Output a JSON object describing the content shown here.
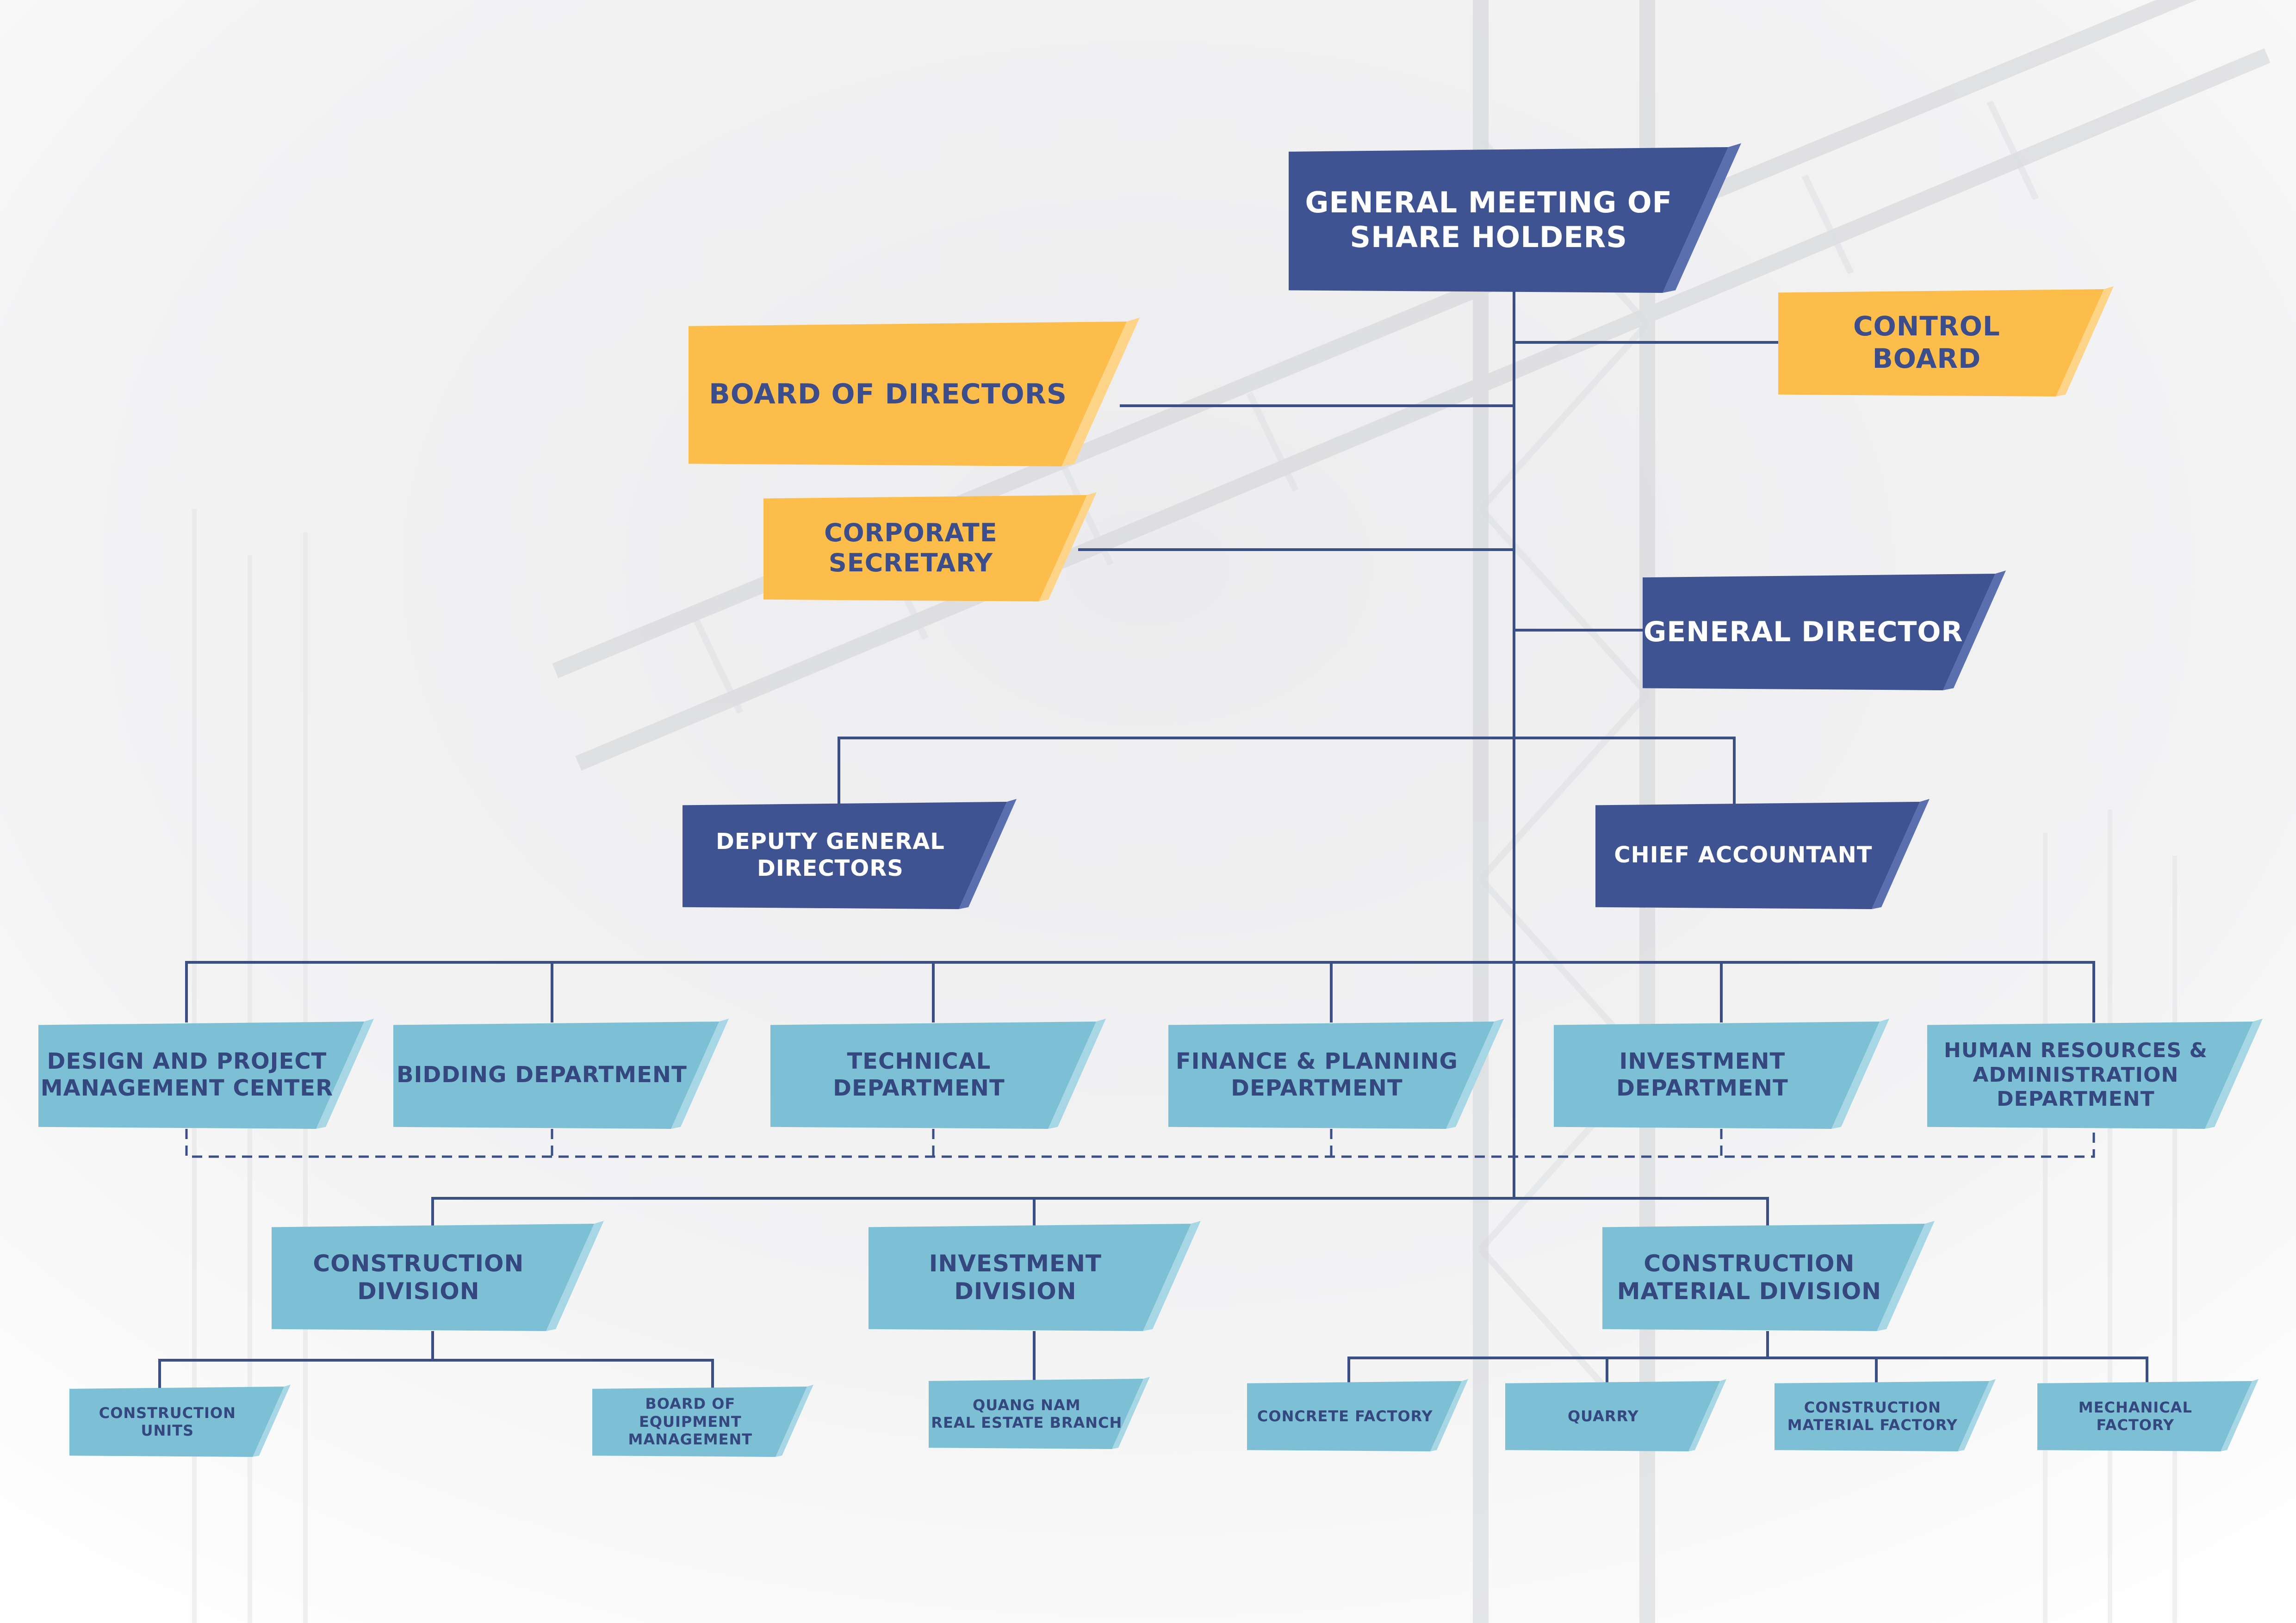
{
  "colors": {
    "navy": "#3f5291",
    "navy_shade": "#5b6fae",
    "yellow": "#fcbd4b",
    "yellow_shade": "#fdd488",
    "light": "#7dbfd4",
    "light_shade": "#a7d6e4",
    "line": "#3a4f86"
  },
  "chart": {
    "general_meeting": "GENERAL MEETING OF\nSHARE HOLDERS",
    "control_board": "CONTROL\nBOARD",
    "board_of_directors": "BOARD OF DIRECTORS",
    "corporate_secretary": "CORPORATE\nSECRETARY",
    "general_director": "GENERAL DIRECTOR",
    "deputy_general_directors": "DEPUTY GENERAL\nDIRECTORS",
    "chief_accountant": "CHIEF ACCOUNTANT",
    "departments": [
      "DESIGN AND PROJECT\nMANAGEMENT CENTER",
      "BIDDING DEPARTMENT",
      "TECHNICAL\nDEPARTMENT",
      "FINANCE & PLANNING\nDEPARTMENT",
      "INVESTMENT\nDEPARTMENT",
      "HUMAN RESOURCES &\nADMINISTRATION\nDEPARTMENT"
    ],
    "divisions": [
      "CONSTRUCTION\nDIVISION",
      "INVESTMENT\nDIVISION",
      "CONSTRUCTION\nMATERIAL DIVISION"
    ],
    "units": [
      "CONSTRUCTION\nUNITS",
      "BOARD OF EQUIPMENT\nMANAGEMENT",
      "QUANG NAM\nREAL ESTATE BRANCH",
      "CONCRETE FACTORY",
      "QUARRY",
      "CONSTRUCTION\nMATERIAL FACTORY",
      "MECHANICAL\nFACTORY"
    ]
  }
}
